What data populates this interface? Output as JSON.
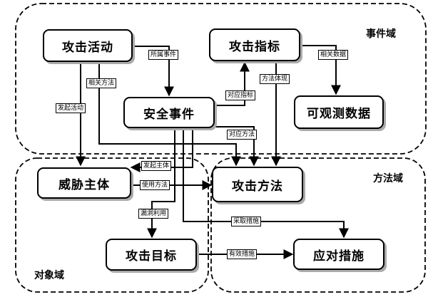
{
  "domains": {
    "event": "事件域",
    "method": "方法域",
    "object": "对象域"
  },
  "nodes": {
    "attack_activity": "攻击活动",
    "attack_indicator": "攻击指标",
    "security_event": "安全事件",
    "observable_data": "可观测数据",
    "threat_actor": "威胁主体",
    "attack_method": "攻击方法",
    "attack_target": "攻击目标",
    "response_measure": "应对措施"
  },
  "edge_labels": {
    "belongs_event": "所属事件",
    "related_data": "相关数据",
    "related_method": "相关方法",
    "method_reflect": "方法体现",
    "initiate_activity": "发起活动",
    "corresponding_indicator": "对应指标",
    "corresponding_method": "对应方法",
    "initiator": "发起主体",
    "use_method": "使用方法",
    "exploit_vuln": "漏洞利用",
    "take_measure": "采取措施",
    "effective_measure": "有效措施"
  }
}
